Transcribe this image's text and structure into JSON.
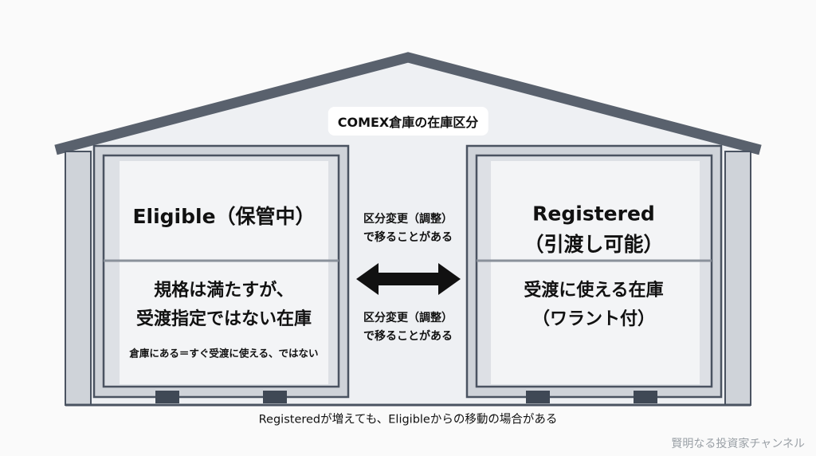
{
  "title": "COMEX倉庫の在庫区分",
  "eligible": {
    "heading": "Eligible（保管中）",
    "body": [
      "規格は満たすが、",
      "受渡指定ではない在庫"
    ],
    "note": "倉庫にある＝すぐ受渡に使える、ではない"
  },
  "registered": {
    "heading": [
      "Registered",
      "（引渡し可能）"
    ],
    "body": [
      "受渡に使える在庫",
      "（ワラント付）"
    ]
  },
  "transfer_top": [
    "区分変更（調整）",
    "で移ることがある"
  ],
  "transfer_bottom": [
    "区分変更（調整）",
    "で移ることがある"
  ],
  "caption": "Registeredが増えても、Eligibleからの移動の場合がある",
  "watermark": "賢明なる投資家チャンネル",
  "colors": {
    "roof": "#59616d",
    "wall": "#eef0f3",
    "frame": "#4a5361"
  }
}
